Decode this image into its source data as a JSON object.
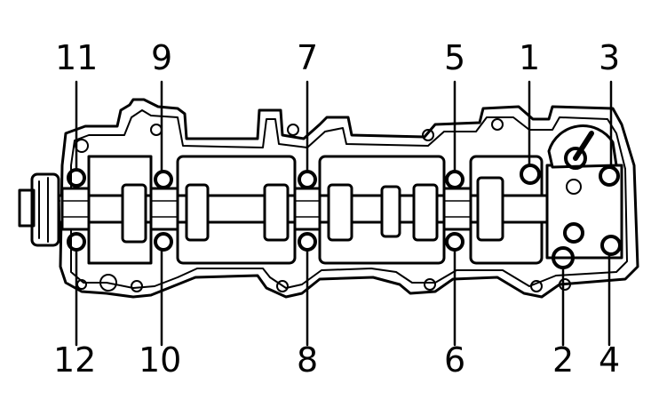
{
  "labels": {
    "b1": "1",
    "b2": "2",
    "b3": "3",
    "b4": "4",
    "b5": "5",
    "b6": "6",
    "b7": "7",
    "b8": "8",
    "b9": "9",
    "b10": "10",
    "b11": "11",
    "b12": "12"
  },
  "colors": {
    "ink": "#000000",
    "paper": "#ffffff"
  }
}
